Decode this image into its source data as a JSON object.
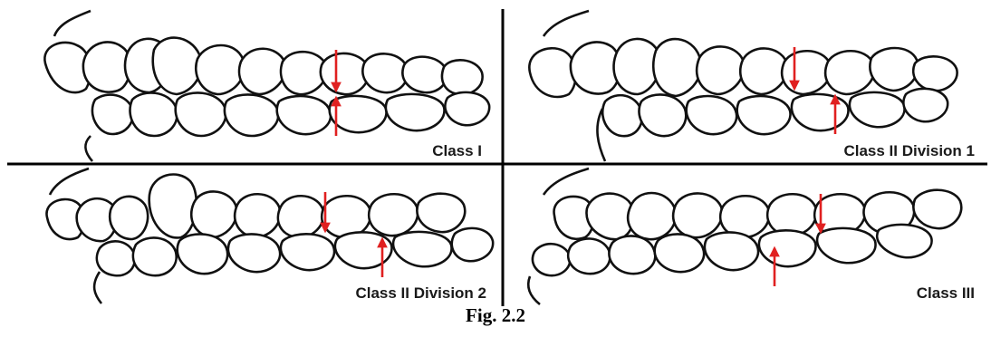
{
  "panels": [
    {
      "label": "Class I"
    },
    {
      "label": "Class II Division 1"
    },
    {
      "label": "Class II Division 2"
    },
    {
      "label": "Class III"
    }
  ],
  "caption": "Fig. 2.2",
  "colors": {
    "outline": "#111111",
    "arrow": "#e02020",
    "divider": "#000000"
  }
}
